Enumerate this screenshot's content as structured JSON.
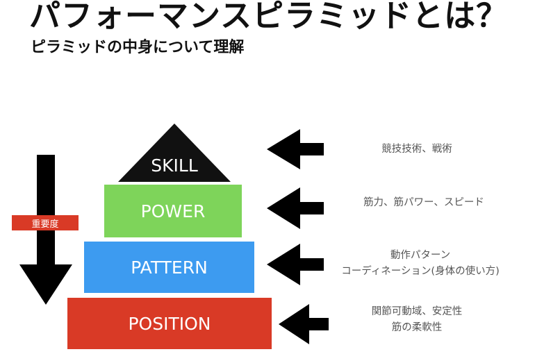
{
  "title": "パフォーマンスピラミッドとは？",
  "subtitle": "ピラミッドの中身について理解",
  "importance_label": "重要度",
  "colors": {
    "skill": "#111111",
    "power": "#7ed45a",
    "pattern": "#3d9bf0",
    "position": "#d93a26"
  },
  "levels": [
    {
      "name": "SKILL",
      "description": [
        "競技技術、戦術"
      ]
    },
    {
      "name": "POWER",
      "description": [
        "筋力、筋パワー、スピード"
      ]
    },
    {
      "name": "PATTERN",
      "description": [
        "動作パターン",
        "コーディネーション(身体の使い方)"
      ]
    },
    {
      "name": "POSITION",
      "description": [
        "関節可動域、安定性",
        "筋の柔軟性"
      ]
    }
  ]
}
